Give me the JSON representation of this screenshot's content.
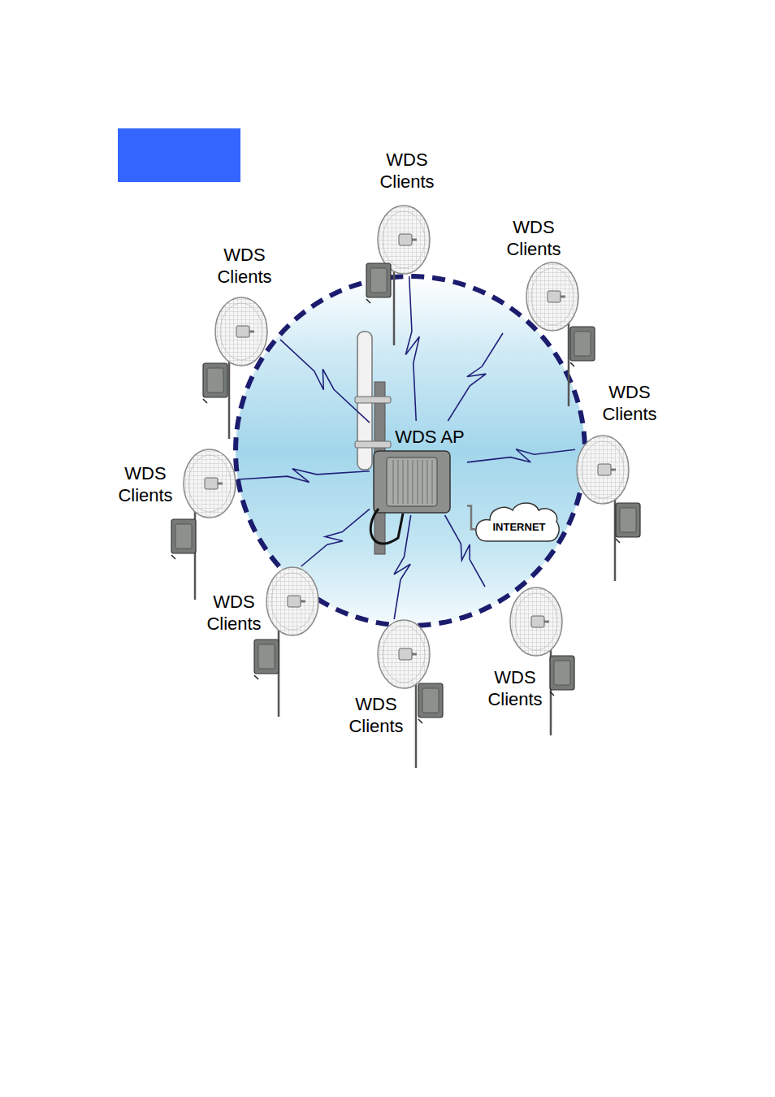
{
  "diagram": {
    "nodes": [
      {
        "text": [
          "WDS Clients"
        ]
      },
      {
        "text": [
          "WDS Clients"
        ]
      },
      {
        "text": [
          "WDS Clients"
        ]
      },
      {
        "text": [
          "WDS Clients"
        ]
      },
      {
        "text": [
          "WDS AP"
        ]
      },
      {
        "text": [
          "WDS Clients"
        ]
      },
      {
        "text": [
          "INTERNET"
        ]
      },
      {
        "text": [
          "WDS Clients"
        ]
      },
      {
        "text": [
          "WDS Clients"
        ]
      },
      {
        "text": [
          "WDS Clients"
        ]
      }
    ],
    "edges": [
      {
        "from": 4,
        "to": 0,
        "arrow": "none"
      },
      {
        "from": 4,
        "to": 1,
        "arrow": "none"
      },
      {
        "from": 4,
        "to": 2,
        "arrow": "none"
      },
      {
        "from": 4,
        "to": 3,
        "arrow": "none"
      },
      {
        "from": 4,
        "to": 5,
        "arrow": "none"
      },
      {
        "from": 4,
        "to": 7,
        "arrow": "none"
      },
      {
        "from": 4,
        "to": 8,
        "arrow": "none"
      },
      {
        "from": 4,
        "to": 9,
        "arrow": "none"
      },
      {
        "from": 4,
        "to": 6,
        "arrow": "none"
      }
    ]
  }
}
